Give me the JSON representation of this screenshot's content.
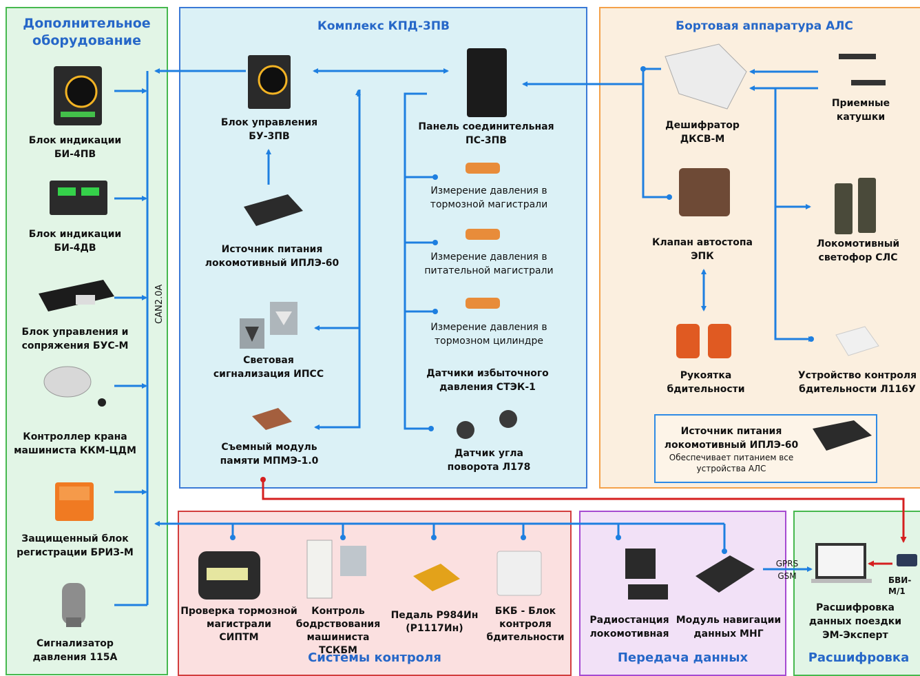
{
  "sections": {
    "left": "Дополнительное\nоборудование",
    "kpd": "Комплекс КПД-3ПВ",
    "als": "Бортовая аппаратура АЛС",
    "control": "Системы контроля",
    "data": "Передача данных",
    "decode": "Расшифровка"
  },
  "bus_label": "CAN2.0A",
  "left_items": [
    "Блок индикации\nБИ-4ПВ",
    "Блок индикации\nБИ-4ДВ",
    "Блок управления и\nсопряжения БУС-М",
    "Контроллер крана\nмашиниста ККМ-ЦДМ",
    "Защищенный блок\nрегистрации БРИЗ-М",
    "Сигнализатор\nдавления 115А"
  ],
  "kpd_items": {
    "bu": "Блок управления\nБУ-3ПВ",
    "ps": "Панель соединительная\nПС-3ПВ",
    "iple": "Источник питания\nлокомотивный ИПЛЭ-60",
    "ipss": "Световая\nсигнализация ИПСС",
    "mpme": "Съемный модуль\nпамяти МПМЭ-1.0",
    "press1": "Измерение давления в\nтормозной магистрали",
    "press2": "Измерение давления в\nпитательной магистрали",
    "press3": "Измерение давления в\nтормозном цилиндре",
    "stek": "Датчики избыточного\nдавления СТЭК-1",
    "l178": "Датчик угла\nповорота Л178"
  },
  "als_items": {
    "decoder": "Дешифратор\nДКСВ-М",
    "coils": "Приемные\nкатушки",
    "epk": "Клапан автостопа\nЭПК",
    "sls": "Локомотивный\nсветофор СЛС",
    "handle": "Рукоятка\nбдительности",
    "l116": "Устройство контроля\nбдительности Л116У",
    "power_title": "Источник питания\nлокомотивный ИПЛЭ-60",
    "power_note": "Обеспечивает питанием все\nустройства АЛС"
  },
  "control_items": [
    "Проверка тормозной\nмагистрали\nСИПТМ",
    "Контроль\nбодрствования\nмашиниста ТСКБМ",
    "Педаль Р984Ин\n(Р1117Ин)",
    "БКБ - Блок\nконтроля\nбдительности"
  ],
  "data_items": {
    "radio": "Радиостанция\nлокомотивная",
    "mng": "Модуль навигации\nданных МНГ",
    "gprs": "GPRS",
    "gsm": "GSM"
  },
  "decode_items": {
    "main": "Расшифровка\nданных поездки\nЭМ-Эксперт",
    "bvi": "БВИ-М/1"
  },
  "colors": {
    "blue_line": "#1e7fe0",
    "red_line": "#d51f1f",
    "title": "#2667c8"
  }
}
